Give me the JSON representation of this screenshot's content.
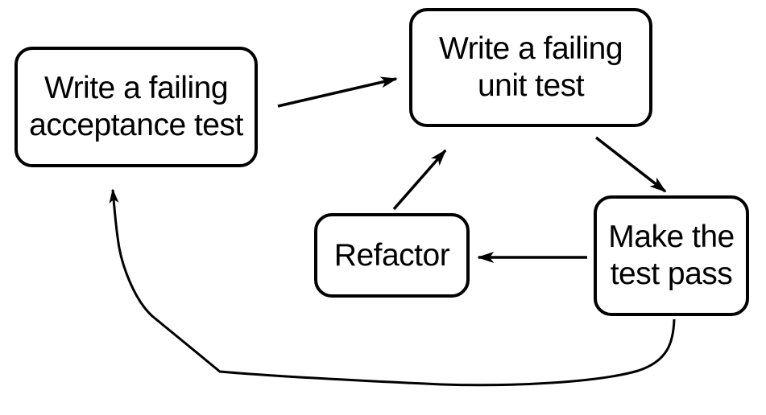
{
  "diagram": {
    "type": "flowchart",
    "colors": {
      "background": "#ffffff",
      "node_fill": "#ffffff",
      "node_border": "#000000",
      "text": "#000000",
      "arrow": "#000000"
    },
    "nodes": {
      "acceptance": {
        "label": "Write a failing\nacceptance test"
      },
      "unit": {
        "label": "Write a failing\nunit test"
      },
      "refactor": {
        "label": "Refactor"
      },
      "make_pass": {
        "label": "Make the\ntest pass"
      }
    },
    "edges": [
      {
        "from": "acceptance",
        "to": "unit"
      },
      {
        "from": "unit",
        "to": "make_pass"
      },
      {
        "from": "make_pass",
        "to": "refactor"
      },
      {
        "from": "refactor",
        "to": "unit"
      },
      {
        "from": "make_pass",
        "to": "acceptance"
      }
    ]
  }
}
